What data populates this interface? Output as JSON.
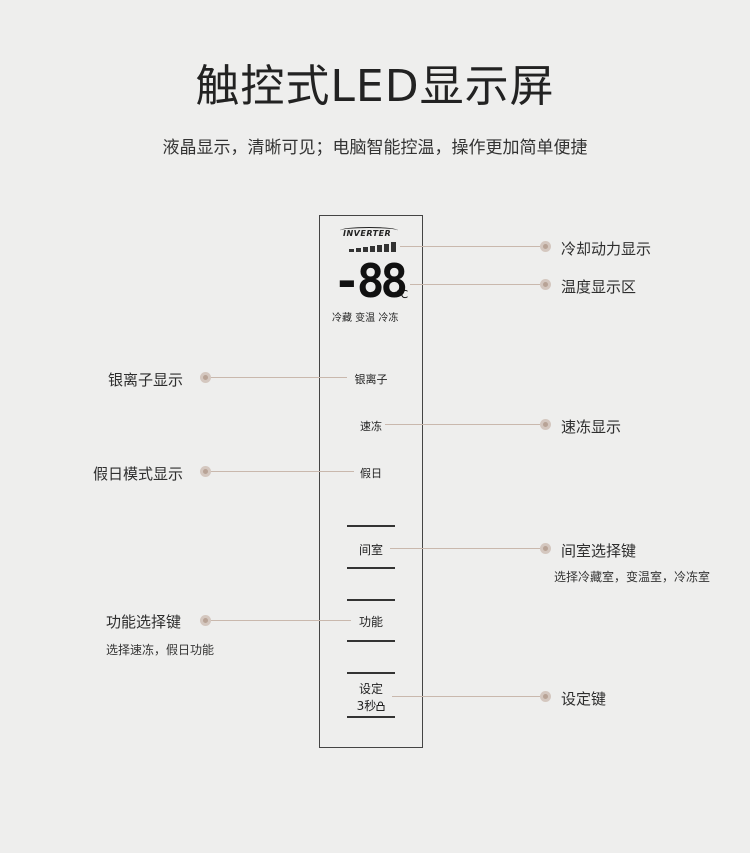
{
  "header": {
    "title": "触控式LED显示屏",
    "subtitle": "液晶显示，清晰可见；电脑智能控温，操作更加简单便捷"
  },
  "panel": {
    "brand": "INVERTER",
    "digits": "-88",
    "unit": "℃",
    "modes": "冷藏 变温 冷冻",
    "silver_ion": "银离子",
    "quick_freeze": "速冻",
    "holiday": "假日",
    "zone_button": "间室",
    "function_button": "功能",
    "set_button_line1": "设定",
    "set_button_line2": "3秒"
  },
  "callouts": {
    "cooling_power": "冷却动力显示",
    "temperature_area": "温度显示区",
    "silver_ion": "银离子显示",
    "quick_freeze": "速冻显示",
    "holiday_mode": "假日模式显示",
    "zone_select": "间室选择键",
    "zone_select_note": "选择冷藏室，变温室，冷冻室",
    "function_select": "功能选择键",
    "function_select_note": "选择速冻，假日功能",
    "set_key": "设定键"
  },
  "colors": {
    "background": "#eeeeed",
    "leader_line": "#c9b8ad",
    "dot": "#b8a396",
    "panel_border": "#444444"
  }
}
